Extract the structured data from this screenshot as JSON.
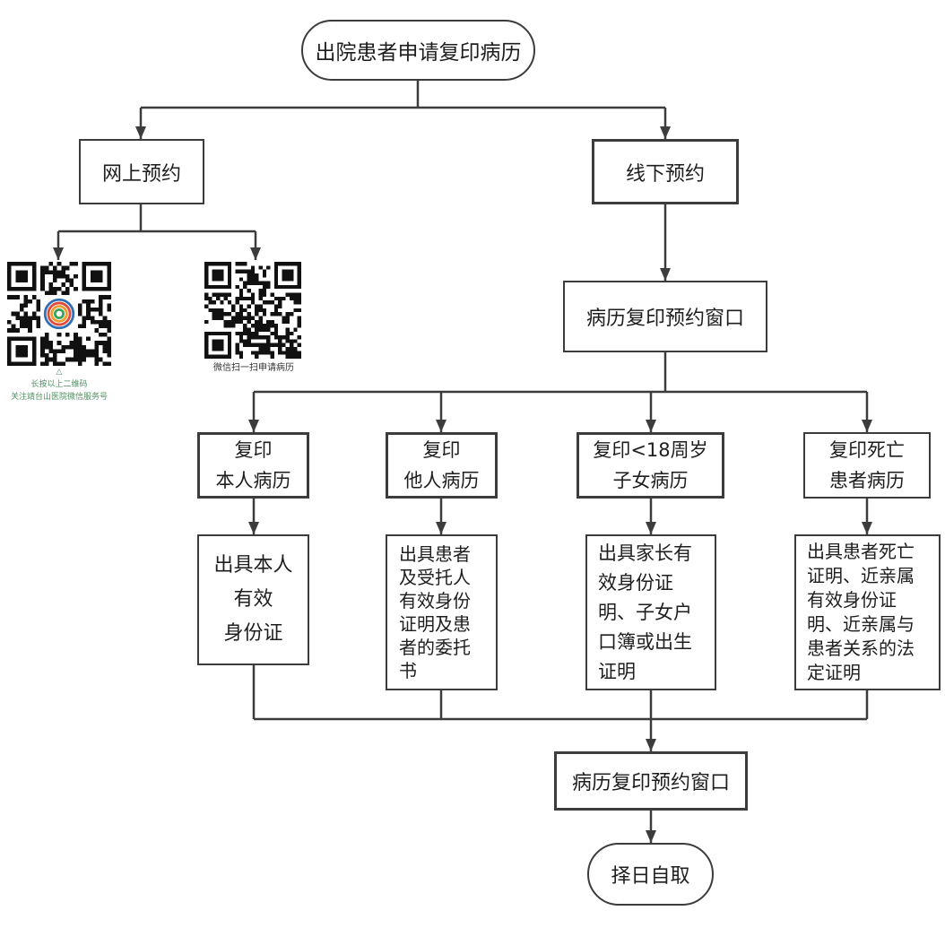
{
  "flowchart": {
    "start": "出院患者申请复印病历",
    "online_booking": "网上预约",
    "offline_booking": "线下预约",
    "qr_account": {
      "marker": "△",
      "caption": [
        "长按以上二维码",
        "关注靖台山医院微信服务号"
      ]
    },
    "qr_apply": {
      "caption": "微信扫一扫申请病历"
    },
    "booking_window": "病历复印预约窗口",
    "cases": [
      {
        "title": [
          "复印",
          "本人病历"
        ],
        "requirement": [
          "出具本人",
          "有效",
          "身份证"
        ]
      },
      {
        "title": [
          "复印",
          "他人病历"
        ],
        "requirement": [
          "出具患者",
          "及受托人",
          "有效身份",
          "证明及患",
          "者的委托",
          "书"
        ]
      },
      {
        "title": [
          "复印<18周岁",
          "子女病历"
        ],
        "requirement": [
          "出具家长有",
          "效身份证",
          "明、子女户",
          "口簿或出生",
          "证明"
        ]
      },
      {
        "title": [
          "复印死亡",
          "患者病历"
        ],
        "requirement": [
          "出具患者死亡",
          "证明、近亲属",
          "有效身份证",
          "明、近亲属与",
          "患者关系的法",
          "定证明"
        ]
      }
    ],
    "final_window": "病历复印预约窗口",
    "end": "择日自取"
  },
  "colors": {
    "line": "#3c3c3c",
    "text": "#1e1e1e",
    "qr_caption": "#4f8f62",
    "logo_rings": [
      "#2f6fb5",
      "#e04b3c",
      "#f29a2e",
      "#3aa35a"
    ]
  }
}
